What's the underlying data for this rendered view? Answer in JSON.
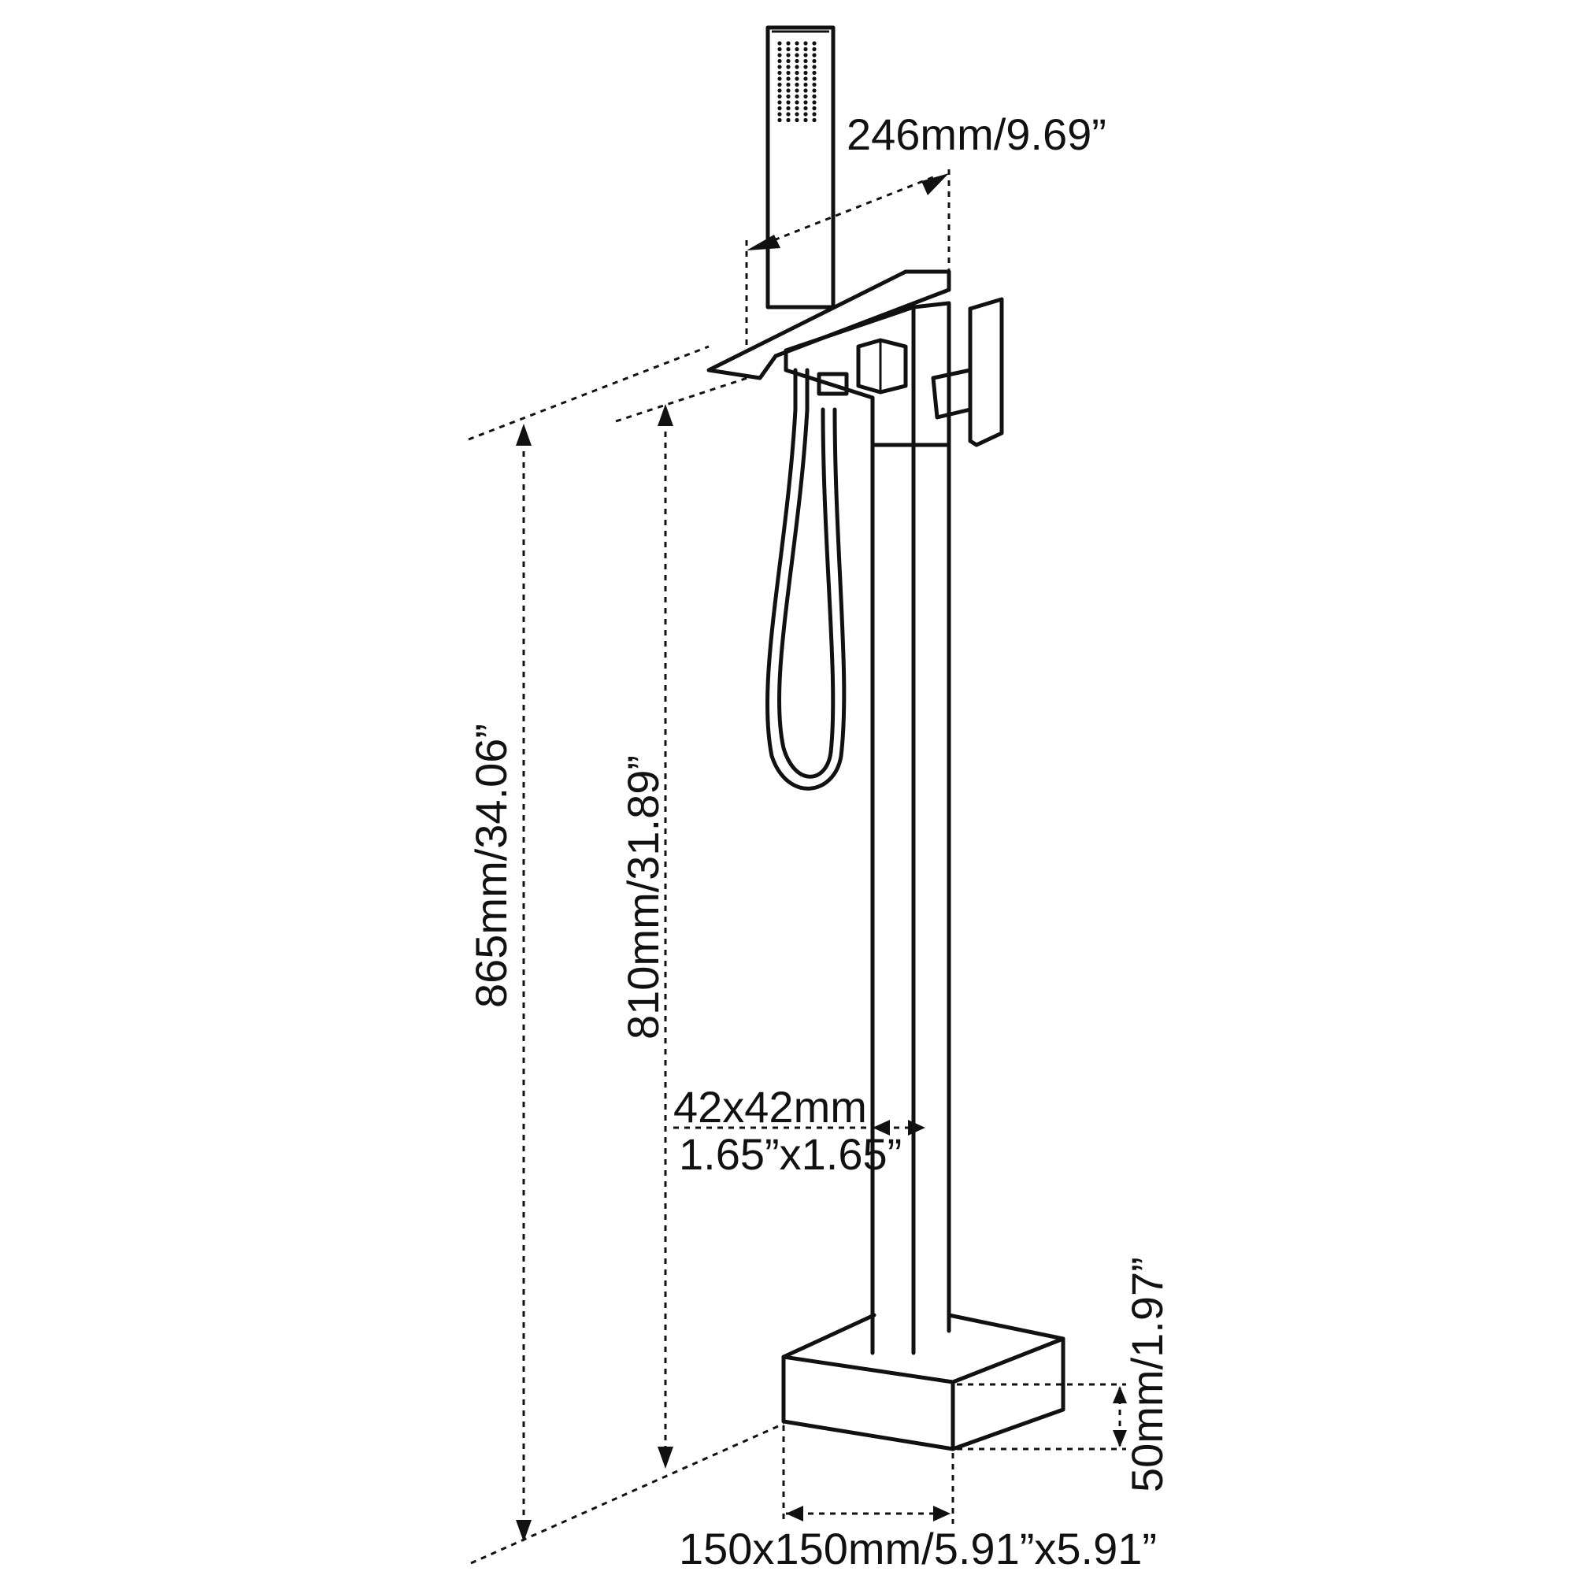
{
  "diagram": {
    "subject": "freestanding bathtub faucet with hand shower",
    "colors": {
      "ink": "#111111",
      "background": "#ffffff"
    },
    "dimensions": {
      "spout_reach": "246mm/9.69”",
      "overall_height": "865mm/34.06”",
      "spout_height": "810mm/31.89”",
      "column_size_mm": "42x42mm",
      "column_size_in": "1.65”x1.65”",
      "base_height": "50mm/1.97”",
      "base_size": "150x150mm/5.91”x5.91”"
    }
  }
}
